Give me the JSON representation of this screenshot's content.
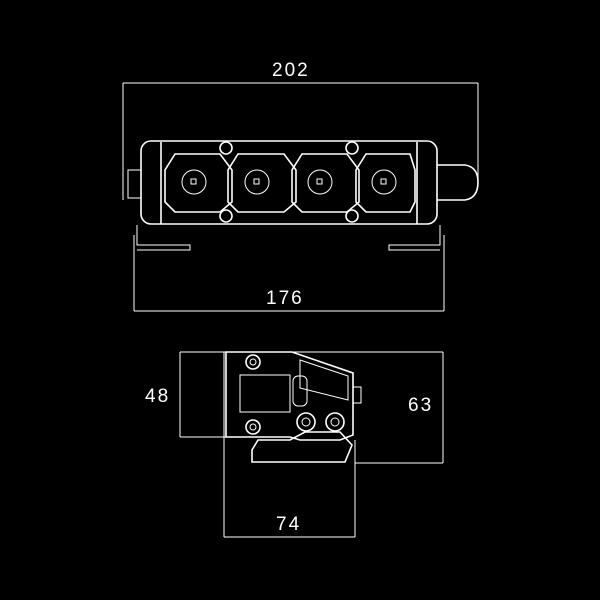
{
  "drawing": {
    "front_view": {
      "overall_width_label": "202",
      "bracket_width_label": "176"
    },
    "side_view": {
      "body_height_label": "48",
      "overall_height_label": "63",
      "depth_label": "74"
    },
    "colors": {
      "background": "#000000",
      "line": "#ffffff"
    }
  }
}
